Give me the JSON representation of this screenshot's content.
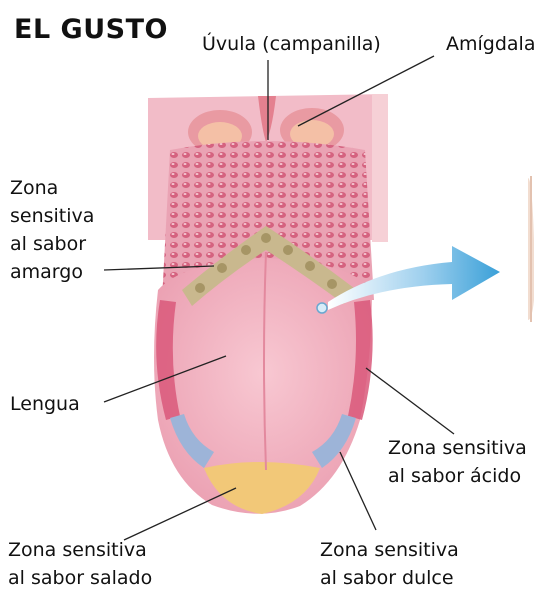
{
  "title": "EL GUSTO",
  "labels": {
    "uvula": "Úvula (campanilla)",
    "tonsil": "Amígdala",
    "bitter": [
      "Zona",
      "sensitiva",
      "al sabor",
      "amargo"
    ],
    "tongue": "Lengua",
    "sour": [
      "Zona sensitiva",
      "al sabor ácido"
    ],
    "salty": [
      "Zona sensitiva",
      "al sabor salado"
    ],
    "sweet": [
      "Zona sensitiva",
      "al sabor dulce"
    ]
  },
  "colors": {
    "tongue": "#f0a8b8",
    "tongue_center": "#f7c4cc",
    "back_tongue": "#e890a6",
    "bitter_zone": "#c9b88e",
    "sour_zone": "#d9587a",
    "sweet_zone": "#9db4d8",
    "salty_zone": "#f2c878",
    "arrow": "#3aa0d8"
  }
}
